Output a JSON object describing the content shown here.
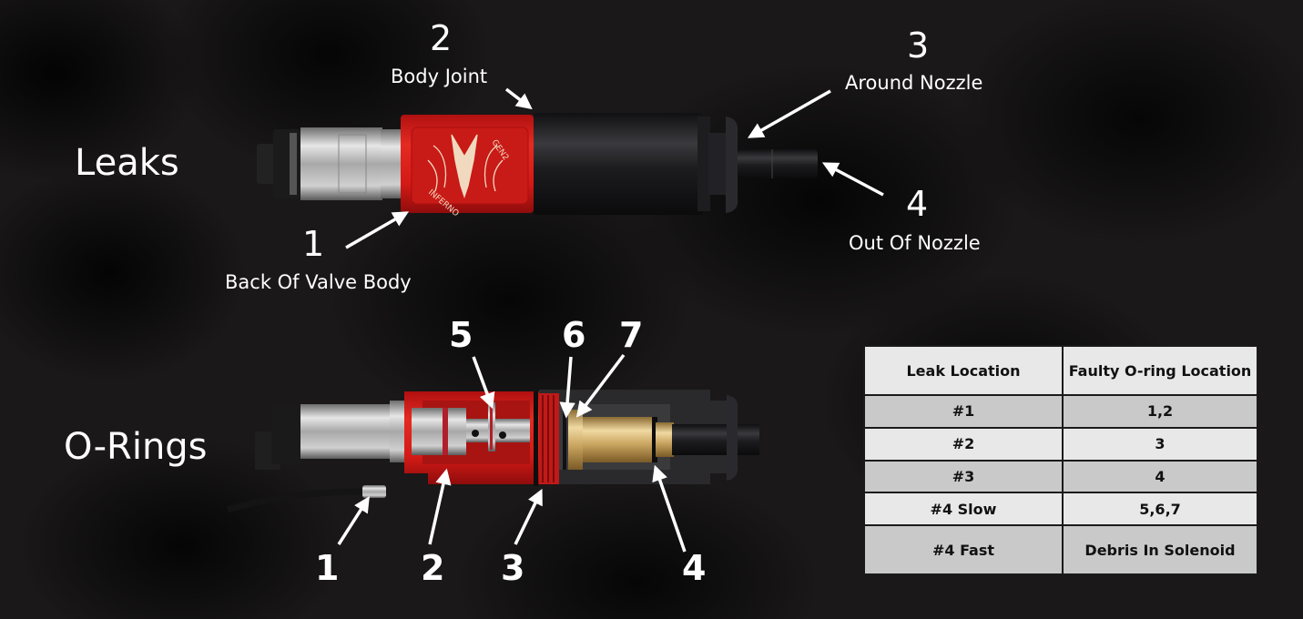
{
  "sections": {
    "leaks_title": "Leaks",
    "orings_title": "O-Rings"
  },
  "leak_points": [
    {
      "number": "1",
      "caption": "Back Of Valve Body"
    },
    {
      "number": "2",
      "caption": "Body Joint"
    },
    {
      "number": "3",
      "caption": "Around Nozzle"
    },
    {
      "number": "4",
      "caption": "Out Of Nozzle"
    }
  ],
  "engraving": {
    "brand": "INFERNO",
    "gen": "GEN2"
  },
  "oring_points": [
    "1",
    "2",
    "3",
    "4",
    "5",
    "6",
    "7"
  ],
  "colors": {
    "body_red": "#d31a1a",
    "cylinder_black": "#1b1b1d",
    "brass": "#c9a560",
    "steel": "#bdbdbd",
    "table_header": "#e8e8e8",
    "table_shaded": "#c9c9c9"
  },
  "table": {
    "headers": [
      "Leak Location",
      "Faulty O-ring Location"
    ],
    "rows": [
      [
        "#1",
        "1,2"
      ],
      [
        "#2",
        "3"
      ],
      [
        "#3",
        "4"
      ],
      [
        "#4 Slow",
        "5,6,7"
      ],
      [
        "#4 Fast",
        "Debris In Solenoid"
      ]
    ]
  }
}
